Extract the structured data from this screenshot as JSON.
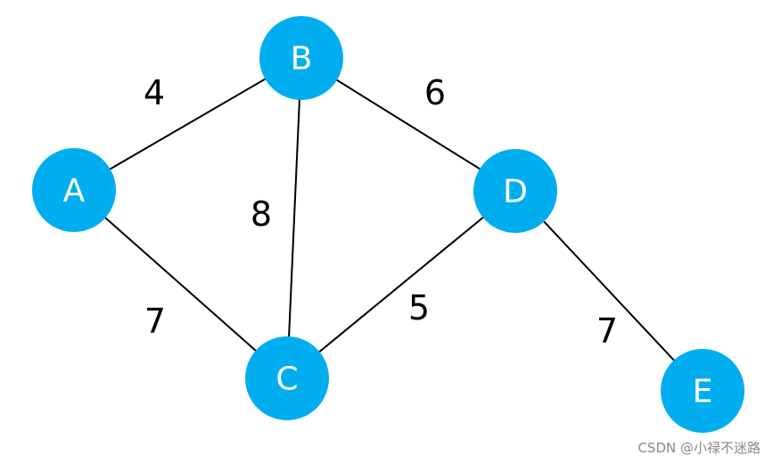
{
  "colors": {
    "node_fill": "#00aeef",
    "node_text": "#ffffff",
    "edge": "#000000",
    "weight_text": "#000000",
    "watermark": "#8a8a8a"
  },
  "nodes": [
    {
      "id": "A",
      "label": "A"
    },
    {
      "id": "B",
      "label": "B"
    },
    {
      "id": "C",
      "label": "C"
    },
    {
      "id": "D",
      "label": "D"
    },
    {
      "id": "E",
      "label": "E"
    }
  ],
  "edges": [
    {
      "from": "A",
      "to": "B",
      "weight": "4"
    },
    {
      "from": "B",
      "to": "D",
      "weight": "6"
    },
    {
      "from": "B",
      "to": "C",
      "weight": "8"
    },
    {
      "from": "A",
      "to": "C",
      "weight": "7"
    },
    {
      "from": "C",
      "to": "D",
      "weight": "5"
    },
    {
      "from": "D",
      "to": "E",
      "weight": "7"
    }
  ],
  "watermark": "CSDN @小禄不迷路"
}
